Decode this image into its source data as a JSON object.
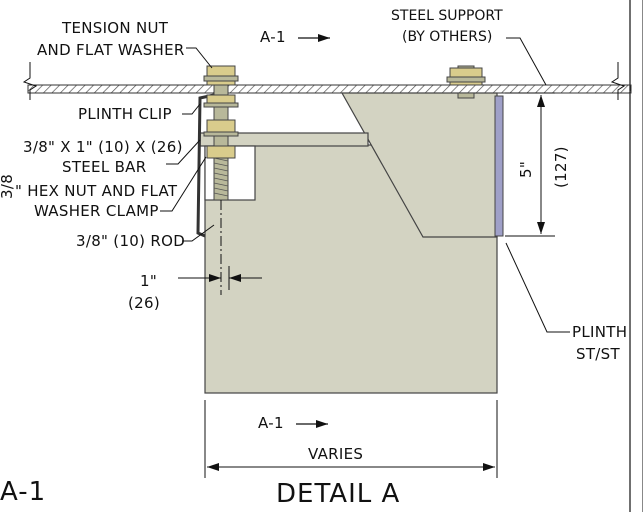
{
  "labels": {
    "tension_nut_1": "TENSION NUT",
    "tension_nut_2": "AND FLAT WASHER",
    "steel_support_1": "STEEL SUPPORT",
    "steel_support_2": "(BY OTHERS)",
    "section_top": "A-1",
    "plinth_clip": "PLINTH CLIP",
    "steel_bar_1": "3/8\" X 1\" (10) X (26)",
    "steel_bar_2": "STEEL BAR",
    "hex_nut_1": "\" HEX NUT  AND FLAT",
    "hex_nut_frac": "3/8",
    "hex_nut_2": "WASHER  CLAMP",
    "rod": "3/8\" (10) ROD",
    "dim_1in": "1\"",
    "dim_26": "(26)",
    "dim_5in": "5\"",
    "dim_127": "(127)",
    "plinth_1": "PLINTH",
    "plinth_2": "ST/ST",
    "section_bottom": "A-1",
    "varies": "VARIES",
    "detail_title": "DETAIL A",
    "corner_ref": "A-1"
  },
  "colors": {
    "plinth_fill": "#d3d3c2",
    "ceiling_hatch": "#555555",
    "nut_fill": "#d9cc8c",
    "rod_fill": "#b8b89a",
    "side_strip": "#9fa0c8"
  }
}
